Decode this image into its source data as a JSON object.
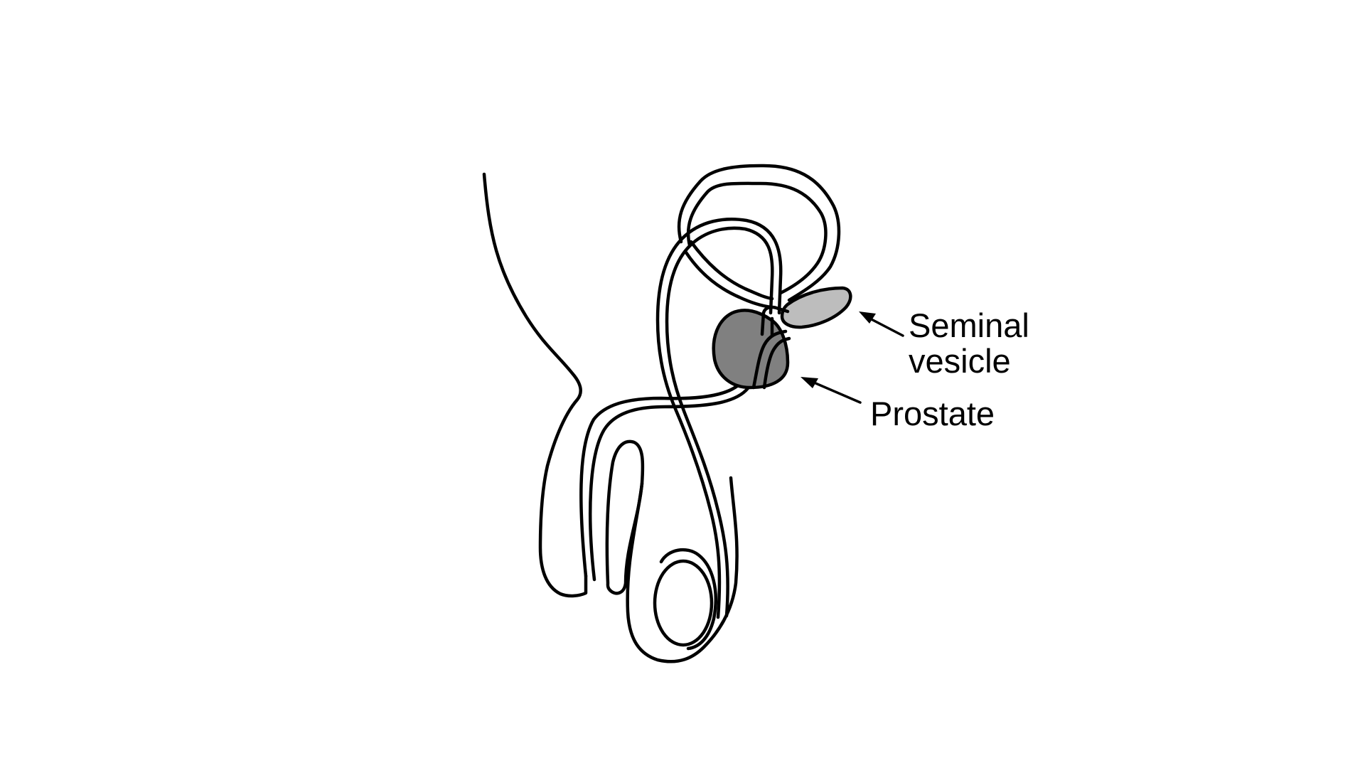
{
  "diagram": {
    "labels": {
      "seminal_vesicle_line1": "Seminal",
      "seminal_vesicle_line2": "vesicle",
      "prostate": "Prostate"
    },
    "colors": {
      "background": "#ffffff",
      "stroke": "#000000",
      "prostate_fill": "#808080",
      "seminal_vesicle_fill": "#bdbdbd"
    }
  }
}
